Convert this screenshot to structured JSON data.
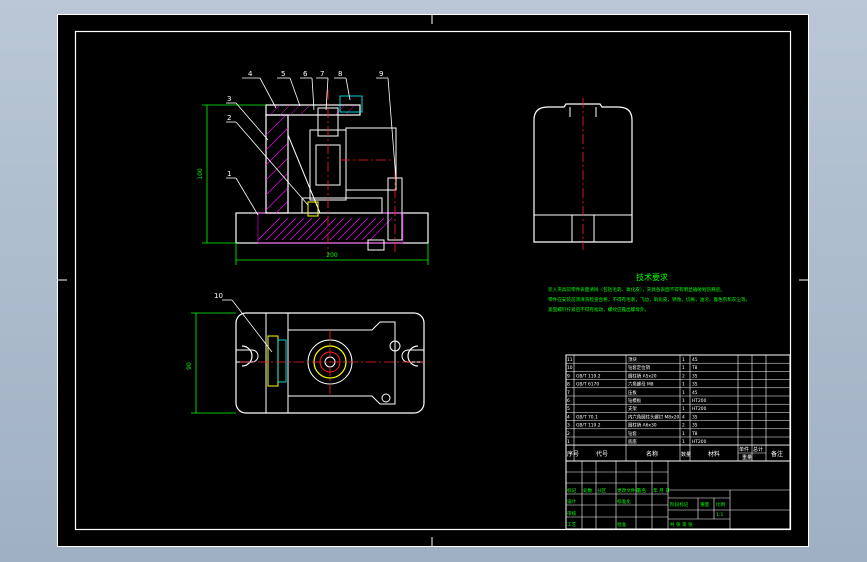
{
  "balloons": [
    "1",
    "2",
    "3",
    "4",
    "5",
    "6",
    "7",
    "8",
    "9",
    "10"
  ],
  "dimensions": {
    "front_height": "100",
    "front_width": "200",
    "top_height": "90"
  },
  "tech_req": {
    "title": "技术要求",
    "lines": [
      "装入夹具前零件表面清除（包括毛刺、氧化皮），夹具各表面不得有明显磕碰划伤痕迹。",
      "零件在安装前须清洗检查合格，不得有毛刺，飞边，氧化皮，锈蚀，切屑，油污，着色剂和灰尘等。",
      "紧固螺钉拧紧后不得有松动，螺纹应露出螺母外。"
    ]
  },
  "parts": [
    {
      "no": "11",
      "code": "",
      "name": "顶块",
      "qty": "1",
      "material": "45"
    },
    {
      "no": "10",
      "code": "",
      "name": "钻套定位销",
      "qty": "1",
      "material": "T8"
    },
    {
      "no": "9",
      "code": "GB/T 119.2",
      "name": "圆柱销 A5x20",
      "qty": "2",
      "material": "35"
    },
    {
      "no": "8",
      "code": "GB/T 6170",
      "name": "六角螺母 M8",
      "qty": "1",
      "material": "35"
    },
    {
      "no": "7",
      "code": "",
      "name": "压板",
      "qty": "1",
      "material": "45"
    },
    {
      "no": "6",
      "code": "",
      "name": "钻模板",
      "qty": "1",
      "material": "HT200"
    },
    {
      "no": "5",
      "code": "",
      "name": "支架",
      "qty": "1",
      "material": "HT200"
    },
    {
      "no": "4",
      "code": "GB/T 70.1",
      "name": "内六角圆柱头螺钉 M8x20",
      "qty": "4",
      "material": "35"
    },
    {
      "no": "3",
      "code": "GB/T 119.2",
      "name": "圆柱销 A6x30",
      "qty": "2",
      "material": "35"
    },
    {
      "no": "2",
      "code": "",
      "name": "钻套",
      "qty": "1",
      "material": "T8"
    },
    {
      "no": "1",
      "code": "",
      "name": "底座",
      "qty": "1",
      "material": "HT200"
    }
  ],
  "parts_header": {
    "no": "序号",
    "code": "代号",
    "name": "名称",
    "qty": "数量",
    "material": "材料",
    "unit_weight": "单件",
    "total_weight": "总计",
    "weight": "重量",
    "remark": "备注"
  },
  "title_block": {
    "row_labels": [
      "标记",
      "处数",
      "分区",
      "更改文件号",
      "签名",
      "年 月 日"
    ],
    "designer": "设计",
    "standard": "标准化",
    "stage": "阶段标记",
    "weight": "重量",
    "scale_label": "比例",
    "scale": "1:1",
    "checker": "审核",
    "process": "工艺",
    "approve": "批准",
    "sheet": "共  张 第  张"
  },
  "colors": {
    "paper": "#000000",
    "line": "#ffffff",
    "green": "#00ff00",
    "red": "#ff2020",
    "yellow": "#ffff00",
    "cyan": "#00ffff",
    "magenta": "#ff00ff"
  }
}
